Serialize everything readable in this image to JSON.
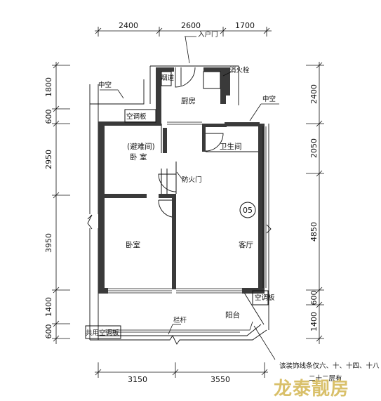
{
  "dimensions": {
    "top": [
      "2400",
      "2600",
      "1700"
    ],
    "bottom": [
      "3150",
      "3550"
    ],
    "left": [
      "1800",
      "600",
      "2950",
      "3950",
      "1400",
      "600"
    ],
    "right": [
      "2400",
      "2050",
      "4850",
      "600",
      "1400"
    ]
  },
  "rooms": {
    "kitchen": "厨房",
    "refuge_bedroom_line1": "(避难间)",
    "refuge_bedroom_line2": "卧 室",
    "bathroom": "卫生间",
    "bedroom": "卧室",
    "living_room": "客厅",
    "balcony": "阳台"
  },
  "labels": {
    "entry_door": "入户门",
    "flue": "烟道",
    "fire_hydrant": "消火栓",
    "void_left": "中空",
    "void_right": "中空",
    "ac_panel_top": "空调板",
    "fire_door": "防火门",
    "ac_panel_right": "空调板",
    "shared_ac_panel": "共用空调板",
    "railing": "栏杆",
    "unit_number": "05",
    "note_line1": "该装饰线条仅六、十、十四、十八",
    "note_line2": "二十二层有"
  },
  "watermark": "龙泰靓房"
}
